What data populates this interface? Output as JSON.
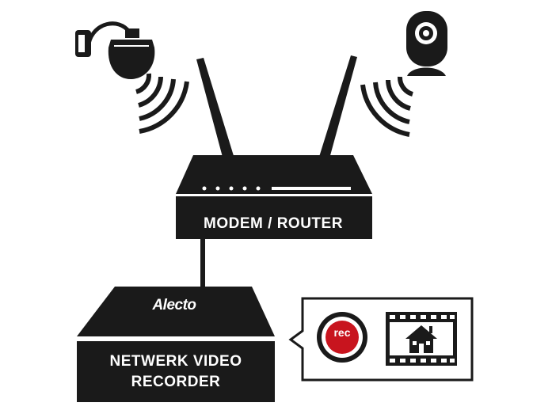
{
  "router": {
    "label": "MODEM / ROUTER"
  },
  "nvr": {
    "brand": "Alecto",
    "label_line1": "NETWERK VIDEO",
    "label_line2": "RECORDER"
  },
  "callout": {
    "rec_label": "rec"
  },
  "icons": {
    "dome_camera": "wall-dome-camera-icon",
    "indoor_camera": "indoor-camera-icon",
    "rec": "rec-button-icon",
    "film": "house-film-strip-icon"
  },
  "colors": {
    "ink": "#1a1a1a",
    "accent": "#c8141e",
    "background": "#ffffff"
  }
}
